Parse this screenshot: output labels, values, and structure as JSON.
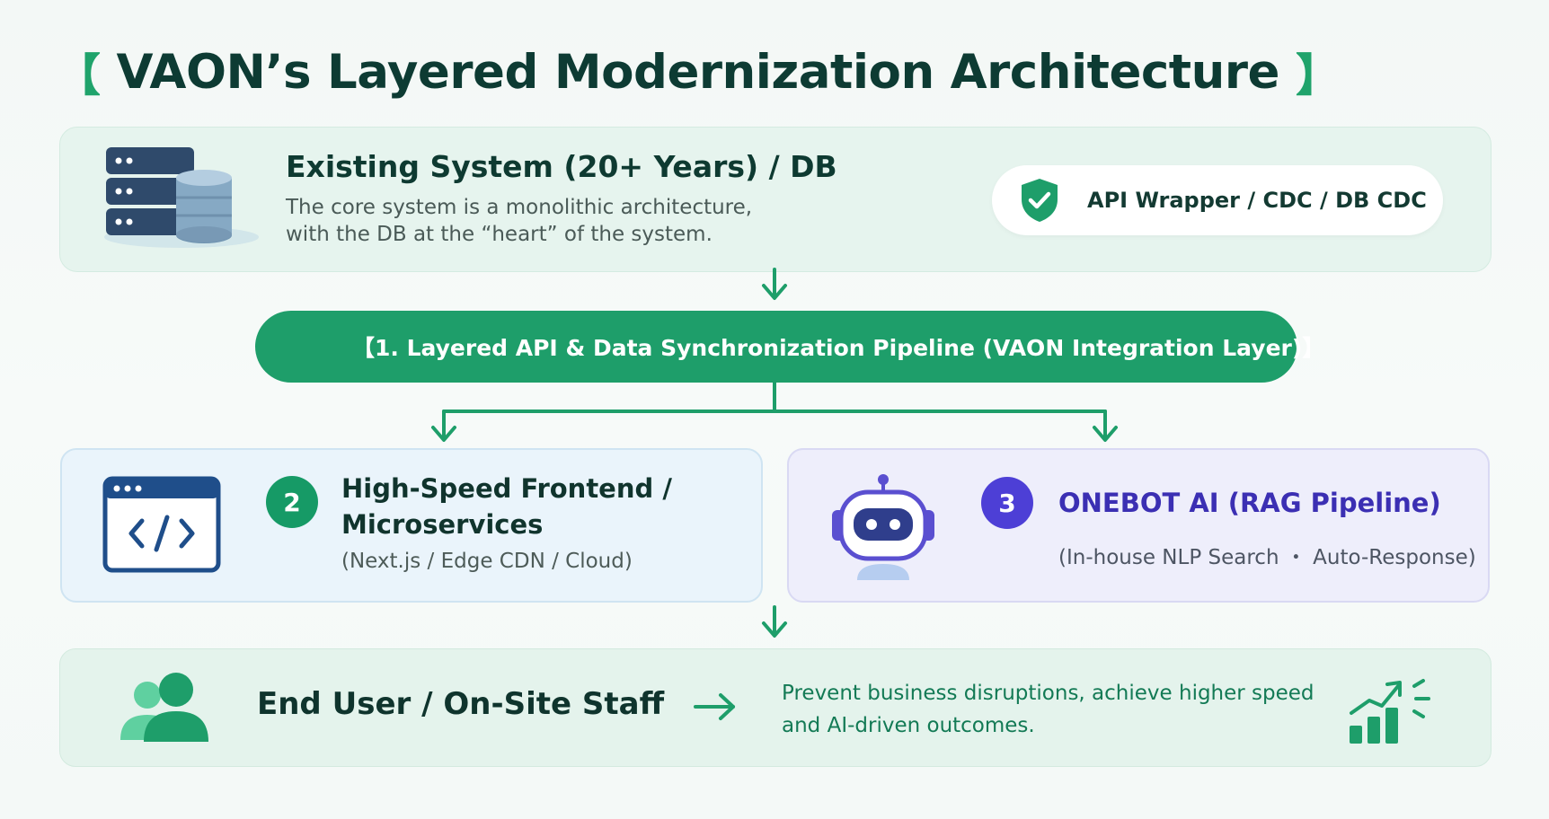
{
  "title": {
    "open_bracket": "【",
    "text": "VAON’s Layered Modernization Architecture",
    "close_bracket": "】"
  },
  "existing_system": {
    "title": "Existing System (20+ Years)  / DB",
    "desc_line1": "The core system is a monolithic architecture,",
    "desc_line2": "with the DB at the “heart” of the system.",
    "icon": "database-server-icon"
  },
  "api_wrapper": {
    "label": "API Wrapper / CDC / DB CDC",
    "icon": "shield-check-icon"
  },
  "integration_layer": {
    "label": "【1.   Layered API & Data Synchronization Pipeline (VAON Integration Layer)】",
    "icon": "layers-icon"
  },
  "frontend": {
    "number": "2",
    "title_line1": "High-Speed Frontend /",
    "title_line2": "Microservices",
    "subtitle": "(Next.js / Edge CDN / Cloud)",
    "icon": "code-window-icon"
  },
  "onebot": {
    "number": "3",
    "title": "ONEBOT AI (RAG Pipeline)",
    "subtitle": "(In-house NLP Search ・ Auto-Response)",
    "icon": "robot-icon"
  },
  "end_user": {
    "title": "End User / On-Site Staff",
    "icon": "users-icon"
  },
  "outcome": {
    "line1": "Prevent business disruptions, achieve higher speed",
    "line2": "and AI-driven outcomes.",
    "icon": "growth-chart-icon"
  },
  "colors": {
    "primary_green": "#1e9e6a",
    "title_dark": "#0d3b33",
    "ai_purple": "#4d3fd6"
  }
}
